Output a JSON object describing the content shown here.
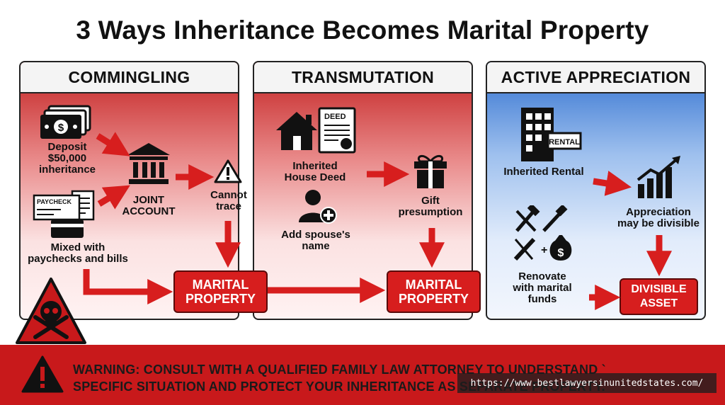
{
  "title": "3 Ways Inheritance Becomes Marital Property",
  "panels": {
    "commingling": {
      "heading": "COMMINGLING",
      "deposit": "Deposit\n$50,000\ninheritance",
      "paycheck_label": "PAYCHECK",
      "joint_account": "JOINT\nACCOUNT",
      "cannot_trace": "Cannot\ntrace",
      "mixed": "Mixed with\npaychecks and bills",
      "result": "MARITAL\nPROPERTY"
    },
    "transmutation": {
      "heading": "TRANSMUTATION",
      "deed_label": "DEED",
      "house_deed": "Inherited\nHouse Deed",
      "gift": "Gift\npresumption",
      "add_spouse": "Add spouse's\nname",
      "result": "MARITAL\nPROPERTY"
    },
    "active_appreciation": {
      "heading": "ACTIVE APPRECIATION",
      "rental_sign": "RENTAL",
      "inherited_rental": "Inherited Rental",
      "appreciation": "Appreciation\nmay be divisible",
      "renovate": "Renovate\nwith marital\nfunds",
      "result": "DIVISIBLE\nASSET"
    }
  },
  "warning": {
    "line1": "WARNING: CONSULT WITH A QUALIFIED FAMILY LAW ATTORNEY TO UNDERSTAND `",
    "line2": "SPECIFIC SITUATION AND PROTECT YOUR INHERITANCE AS SEPARATE PROPERTY."
  },
  "watermark": "https://www.bestlawyersinunitedstates.com/",
  "colors": {
    "red": "#d71e1e",
    "dark_red": "#c8191b",
    "blue": "#2f6fcf"
  }
}
